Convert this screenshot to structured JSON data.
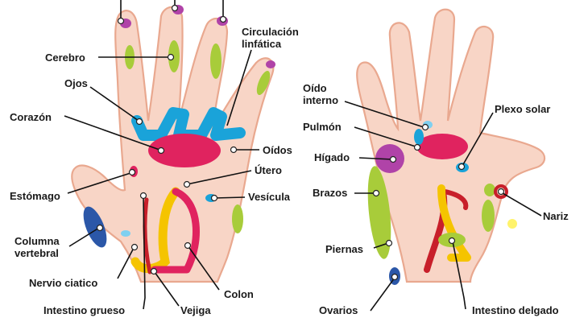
{
  "left_hand": {
    "labels": {
      "cerebro": "Cerebro",
      "ojos": "Ojos",
      "corazon": "Corazón",
      "circulacion_1": "Circulación",
      "circulacion_2": "linfática",
      "oidos": "Oídos",
      "utero": "Útero",
      "estomago": "Estómago",
      "vesicula": "Vesícula",
      "columna_1": "Columna",
      "columna_2": "vertebral",
      "nervio": "Nervio ciatico",
      "intestino_grueso": "Intestino grueso",
      "vejiga": "Vejiga",
      "colon": "Colon"
    }
  },
  "right_hand": {
    "labels": {
      "oido_interno_1": "Oído",
      "oido_interno_2": "interno",
      "pulmon": "Pulmón",
      "higado": "Hígado",
      "plexo_solar": "Plexo solar",
      "brazos": "Brazos",
      "nariz": "Nariz",
      "piernas": "Piernas",
      "ovarios": "Ovarios",
      "intestino_delgado": "Intestino delgado"
    }
  },
  "colors": {
    "skin": "#f8d5c6",
    "outline": "#e9a88f",
    "green": "#a8cc3a",
    "blue": "#1aa3d9",
    "magenta": "#e0235f",
    "purple": "#b043a8",
    "yellow": "#f5c400",
    "red": "#c81f2a",
    "navy": "#2b57a8"
  }
}
